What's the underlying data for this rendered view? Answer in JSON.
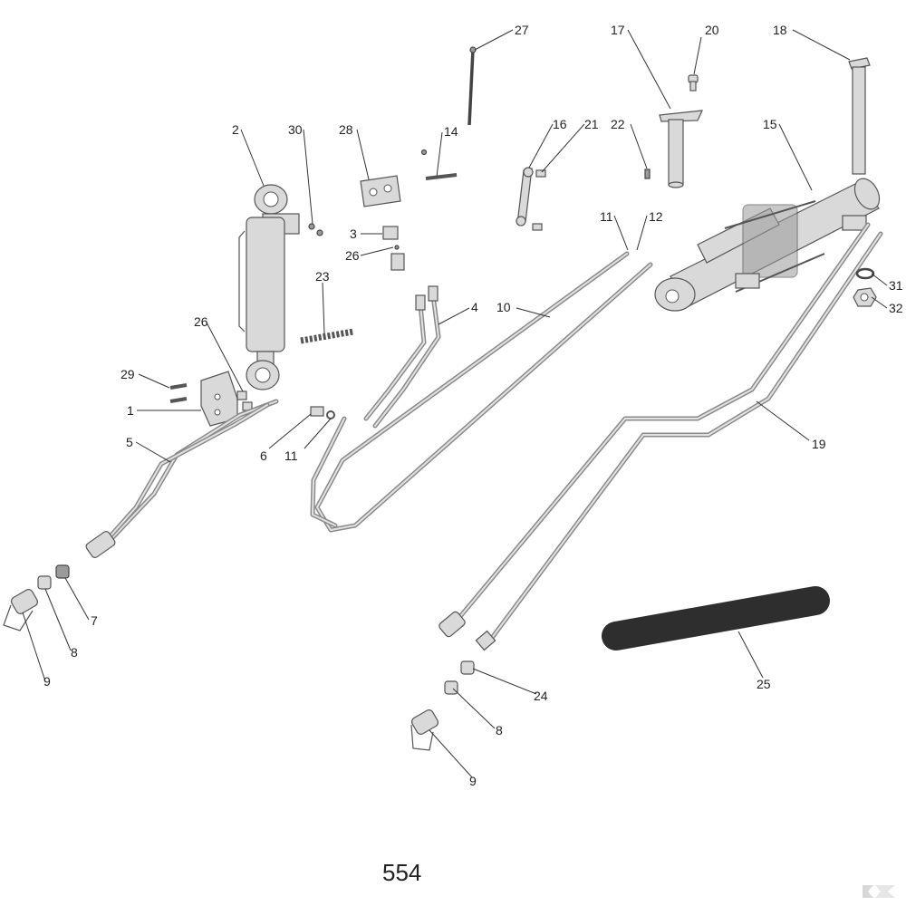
{
  "page_number": "554",
  "callouts": [
    {
      "id": "c-27",
      "label": "27"
    },
    {
      "id": "c-17",
      "label": "17"
    },
    {
      "id": "c-20",
      "label": "20"
    },
    {
      "id": "c-18",
      "label": "18"
    },
    {
      "id": "c-2",
      "label": "2"
    },
    {
      "id": "c-30",
      "label": "30"
    },
    {
      "id": "c-28",
      "label": "28"
    },
    {
      "id": "c-14",
      "label": "14"
    },
    {
      "id": "c-16",
      "label": "16"
    },
    {
      "id": "c-21",
      "label": "21"
    },
    {
      "id": "c-22",
      "label": "22"
    },
    {
      "id": "c-15",
      "label": "15"
    },
    {
      "id": "c-11a",
      "label": "11"
    },
    {
      "id": "c-12",
      "label": "12"
    },
    {
      "id": "c-3",
      "label": "3"
    },
    {
      "id": "c-26a",
      "label": "26"
    },
    {
      "id": "c-4",
      "label": "4"
    },
    {
      "id": "c-10",
      "label": "10"
    },
    {
      "id": "c-31",
      "label": "31"
    },
    {
      "id": "c-32",
      "label": "32"
    },
    {
      "id": "c-23",
      "label": "23"
    },
    {
      "id": "c-26b",
      "label": "26"
    },
    {
      "id": "c-29",
      "label": "29"
    },
    {
      "id": "c-1",
      "label": "1"
    },
    {
      "id": "c-6",
      "label": "6"
    },
    {
      "id": "c-11b",
      "label": "11"
    },
    {
      "id": "c-5",
      "label": "5"
    },
    {
      "id": "c-19",
      "label": "19"
    },
    {
      "id": "c-7",
      "label": "7"
    },
    {
      "id": "c-8a",
      "label": "8"
    },
    {
      "id": "c-9a",
      "label": "9"
    },
    {
      "id": "c-25",
      "label": "25"
    },
    {
      "id": "c-24",
      "label": "24"
    },
    {
      "id": "c-8b",
      "label": "8"
    },
    {
      "id": "c-9b",
      "label": "9"
    }
  ]
}
